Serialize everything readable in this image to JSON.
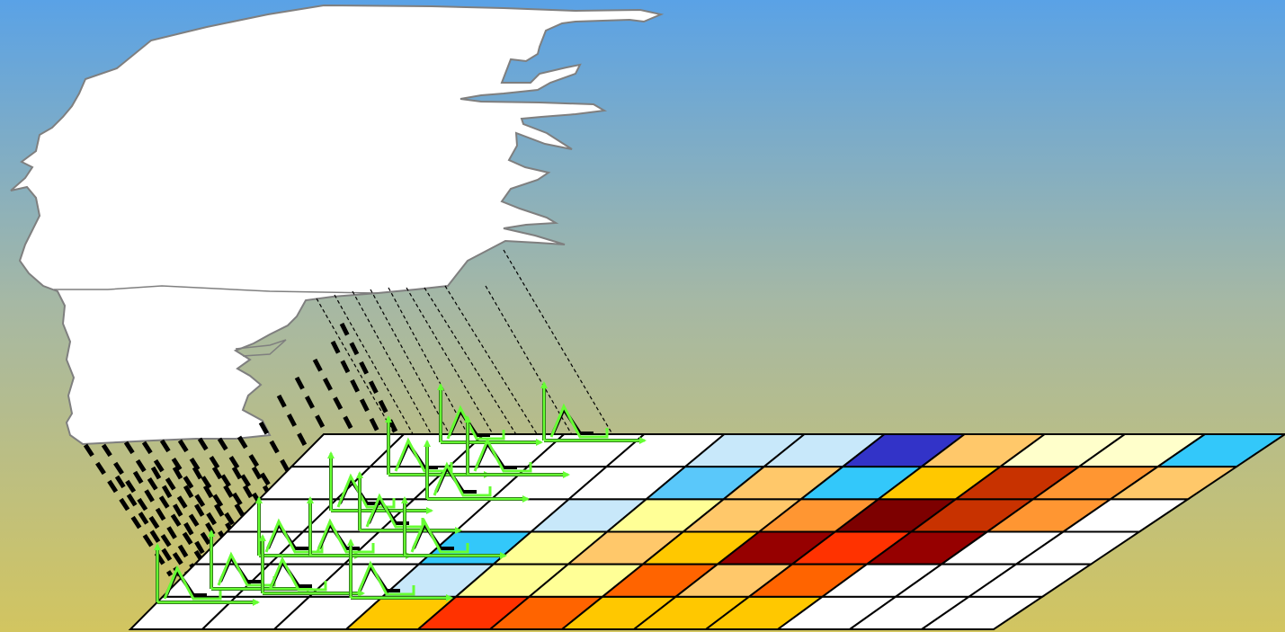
{
  "diagram": {
    "description_visible_text": [],
    "colors": {
      "background_top": "#5aa2e6",
      "background_middle": "#a6b8a4",
      "background_bottom": "#d2c560",
      "landmass_fill": "#ffffff",
      "landmass_stroke": "#7f7f7f",
      "grid_line": "#000000",
      "projection_line": "#000000",
      "vector_glyph": "#66ff33"
    },
    "grid_cells": {
      "columns": 12,
      "rows": 6,
      "colors_by_row_back_to_front": [
        [
          "#ffffff",
          "#ffffff",
          "#ffffff",
          "#ffffff",
          "#ffffff",
          "#c8e8fa",
          "#c8e8fa",
          "#3233c8",
          "#ffc86a",
          "#ffffcb",
          "#ffffcb",
          "#33c8fa"
        ],
        [
          "#ffffff",
          "#ffffff",
          "#ffffff",
          "#ffffff",
          "#ffffff",
          "#5ac8fa",
          "#ffc86a",
          "#33c8fa",
          "#ffc800",
          "#c83200",
          "#ff9632",
          "#ffc86a"
        ],
        [
          "#ffffff",
          "#ffffff",
          "#ffffff",
          "#ffffff",
          "#c8e8fa",
          "#ffff96",
          "#ffc86a",
          "#ff9632",
          "#7d0000",
          "#c83200",
          "#ff9632",
          "#ffffff"
        ],
        [
          "#ffffff",
          "#ffffff",
          "#ffffff",
          "#33c8fa",
          "#ffff96",
          "#ffc86a",
          "#ffc800",
          "#960000",
          "#ff3200",
          "#960000",
          "#ffffff",
          "#ffffff"
        ],
        [
          "#ffffff",
          "#ffffff",
          "#ffffff",
          "#c8e8fa",
          "#ffff96",
          "#ffff96",
          "#ff6400",
          "#ffc86a",
          "#ff6400",
          "#ffffff",
          "#ffffff",
          "#ffffff"
        ],
        [
          "#ffffff",
          "#ffffff",
          "#ffffff",
          "#ffc800",
          "#ff3200",
          "#ff6400",
          "#ffc800",
          "#ffc800",
          "#ffc800",
          "#ffffff",
          "#ffffff",
          "#ffffff"
        ]
      ]
    },
    "vector_glyphs": {
      "count": 14,
      "icon": "vector-triad-icon"
    },
    "landmass": {
      "icon": "landmass-outline-icon"
    },
    "projection": {
      "icon": "projection-lines-icon"
    }
  }
}
